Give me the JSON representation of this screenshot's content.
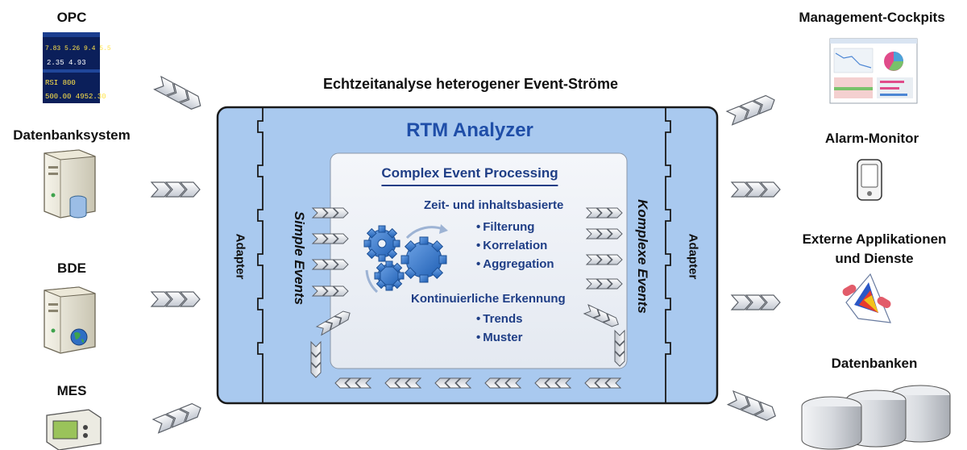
{
  "header": {
    "title": "Echtzeitanalyse heterogener Event-Ströme"
  },
  "sources": {
    "opc": {
      "label": "OPC",
      "screen_lines": [
        "7.83  5.26  9.4  5.5",
        "2.35  4.93",
        "RSI    800",
        "500.00  4952.30"
      ]
    },
    "db_system": {
      "label": "Datenbanksystem"
    },
    "bde": {
      "label": "BDE"
    },
    "mes": {
      "label": "MES"
    }
  },
  "targets": {
    "cockpits": {
      "label": "Management-Cockpits"
    },
    "alarm": {
      "label": "Alarm-Monitor"
    },
    "external": {
      "label_line1": "Externe Applikationen",
      "label_line2": "und Dienste"
    },
    "databases": {
      "label": "Datenbanken"
    }
  },
  "analyzer": {
    "title": "RTM Analyzer",
    "adapter_left": "Adapter",
    "adapter_right": "Adapter",
    "simple_events": "Simple Events",
    "complex_events": "Komplexe Events",
    "cep": {
      "title": "Complex Event Processing",
      "group1_heading": "Zeit- und inhaltsbasierte",
      "group1_items": [
        "Filterung",
        "Korrelation",
        "Aggregation"
      ],
      "group2_heading": "Kontinuierliche Erkennung",
      "group2_items": [
        "Trends",
        "Muster"
      ]
    }
  },
  "colors": {
    "analyzer_fill": "#a9c9ef",
    "analyzer_border": "#1a1a1a",
    "cep_fill": "#eef2f8",
    "title_blue": "#1f4ea8",
    "gear_blue": "#2f6fc4",
    "chevron_fill": "#e3e6ec"
  }
}
